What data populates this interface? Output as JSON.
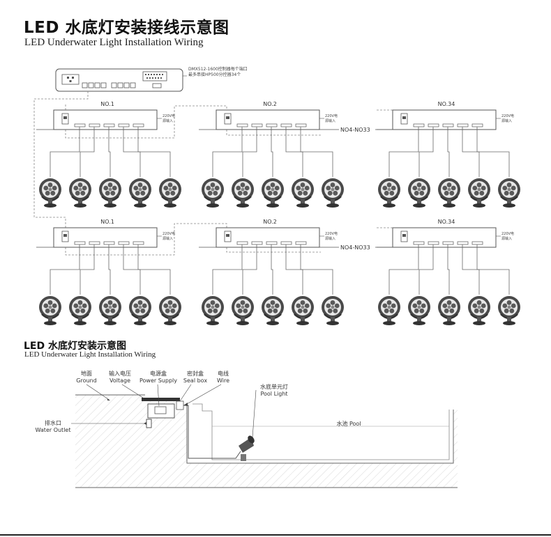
{
  "title": {
    "cn": "LED 水底灯安装接线示意图",
    "en": "LED Underwater Light Installation Wiring"
  },
  "wiring": {
    "controller_note_line1": "DMX512-1600控制器每个端口",
    "controller_note_line2": "最多串接HP500分控器34个",
    "rows": [
      {
        "boxes": [
          "NO.1",
          "NO.2",
          "NO.34"
        ],
        "range_label": "NO4-NO33",
        "box_note_line1": "220V电",
        "box_note_line2": "源输入"
      },
      {
        "boxes": [
          "NO.1",
          "NO.2",
          "NO.34"
        ],
        "range_label": "NO4-NO33",
        "box_note_line1": "220V电",
        "box_note_line2": "源输入"
      }
    ]
  },
  "install": {
    "title_cn": "LED 水底灯安装示意图",
    "title_en": "LED Underwater Light Installation Wiring",
    "labels": {
      "ground_cn": "地面",
      "ground_en": "Ground",
      "voltage_cn": "输入电压",
      "voltage_en": "Voltage",
      "psu_cn": "电源盒",
      "psu_en": "Power Supply",
      "seal_cn": "密封盒",
      "seal_en": "Seal box",
      "wire_cn": "电线",
      "wire_en": "Wire",
      "poollight_cn": "水底单元灯",
      "poollight_en": "Pool Light",
      "outlet_cn": "排水口",
      "outlet_en": "Water Outlet",
      "pool": "水池 Pool"
    }
  }
}
